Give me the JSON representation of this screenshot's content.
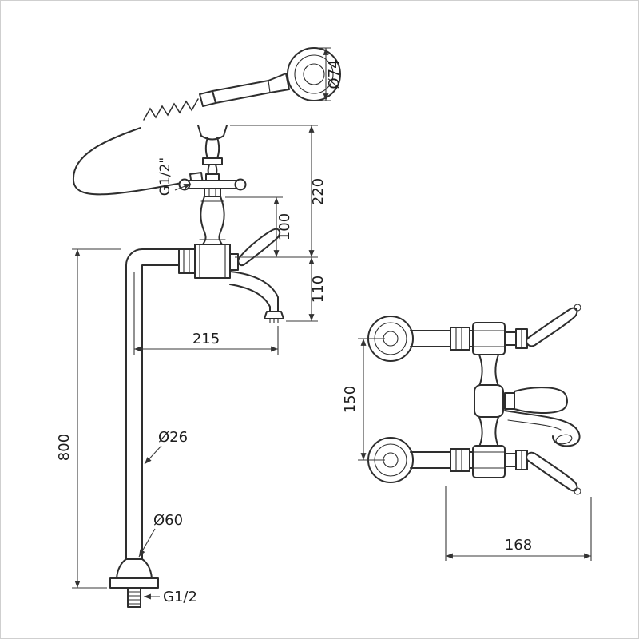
{
  "drawing": {
    "labels": {
      "shower_diameter": "Ø74",
      "hose_connection": "G1/2\"",
      "dim_220": "220",
      "dim_100": "100",
      "dim_110": "110",
      "dim_215": "215",
      "dim_800": "800",
      "pipe_diameter": "Ø26",
      "base_diameter": "Ø60",
      "bottom_connection": "G1/2",
      "dim_150": "150",
      "dim_168": "168"
    },
    "colors": {
      "line": "#2e2e2e",
      "dimension": "#3a3a3a",
      "background": "#ffffff"
    }
  }
}
